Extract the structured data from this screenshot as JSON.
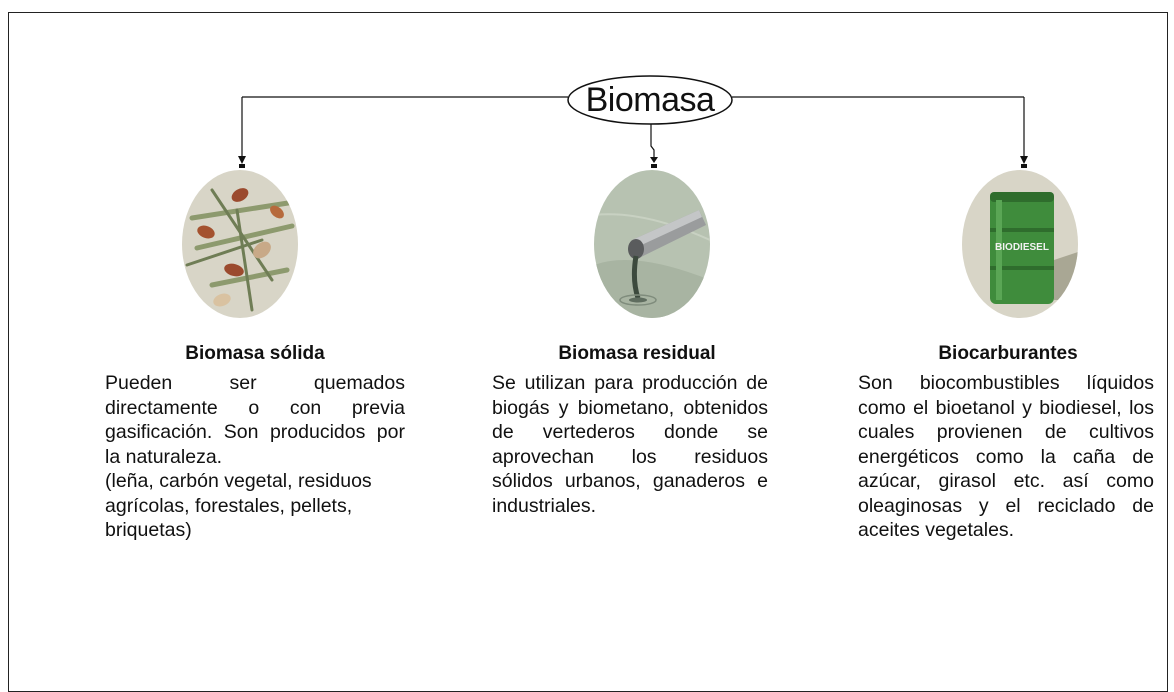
{
  "root": {
    "label": "Biomasa"
  },
  "branches": [
    {
      "title": "Biomasa sólida",
      "description": "Pueden ser quemados directamente o con previa gasificación. Son producidos por la naturaleza.",
      "examples": "(leña, carbón vegetal, residuos agrícolas, forestales, pellets, briquetas)",
      "icon": "leaves-branches-icon"
    },
    {
      "title": "Biomasa residual",
      "description": "Se utilizan para producción de biogás y biometano, obtenidos de vertederos donde se aprovechan los residuos sólidos urbanos, ganaderos e industriales.",
      "icon": "waste-pipe-icon"
    },
    {
      "title": "Biocarburantes",
      "description": "Son biocombustibles líquidos como el bioetanol y biodiesel, los cuales provienen de cultivos energéticos como la caña de azúcar, girasol etc. así como oleaginosas y el reciclado de aceites vegetales.",
      "icon": "biodiesel-barrel-icon",
      "barrel_label": "BIODIESEL"
    }
  ],
  "colors": {
    "circle_background": "#d8d5c7",
    "pipe_scene_background": "#b7c2b1",
    "barrel_green": "#3f8c3c",
    "line": "#111111"
  }
}
